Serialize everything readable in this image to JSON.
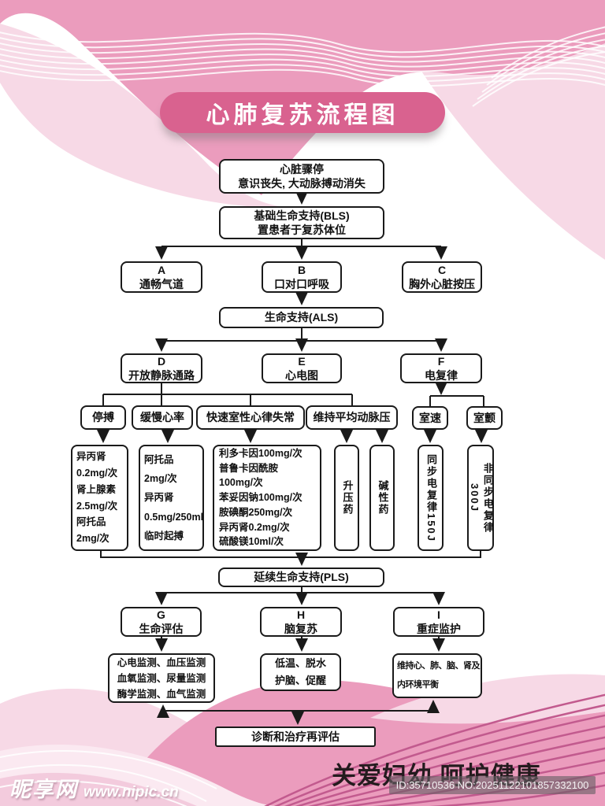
{
  "poster": {
    "title": "心肺复苏流程图",
    "footer_slogan": "关爱妇幼  呵护健康",
    "id_text": "ID:35710536 NO:20251122101857332100",
    "watermark_site": "昵享网",
    "watermark_url": "www.nipic.cn"
  },
  "colors": {
    "banner_pink": "#d9628f",
    "wave_medium": "#eb9cbd",
    "wave_light": "#f7d9e6",
    "wave_lighter": "#fbe9f1",
    "wave_dark_line": "#c25a8e",
    "connector": "#1a1a1a"
  },
  "flow": {
    "cardiac_arrest": {
      "l1": "心脏骤停",
      "l2": "意识丧失, 大动脉搏动消失"
    },
    "bls": {
      "l1": "基础生命支持(BLS)",
      "l2": "置患者于复苏体位"
    },
    "a": {
      "letter": "A",
      "label": "通畅气道"
    },
    "b": {
      "letter": "B",
      "label": "口对口呼吸"
    },
    "c": {
      "letter": "C",
      "label": "胸外心脏按压"
    },
    "als": {
      "label": "生命支持(ALS)"
    },
    "d": {
      "letter": "D",
      "label": "开放静脉通路"
    },
    "e": {
      "letter": "E",
      "label": "心电图"
    },
    "f": {
      "letter": "F",
      "label": "电复律"
    },
    "asystole": {
      "label": "停搏"
    },
    "bradycardia": {
      "label": "缓慢心率"
    },
    "tachyarrhythmia": {
      "label": "快速室性心律失常"
    },
    "map": {
      "label": "维持平均动脉压"
    },
    "vt": {
      "label": "室速"
    },
    "vf": {
      "label": "室颤"
    },
    "med_asystole": {
      "lines": [
        "异丙肾",
        "0.2mg/次",
        "肾上腺素",
        "2.5mg/次",
        "阿托品",
        "2mg/次"
      ]
    },
    "med_bradycardia": {
      "lines": [
        "阿托品",
        "2mg/次",
        "异丙肾",
        "0.5mg/250ml",
        "临时起搏"
      ]
    },
    "med_tachy": {
      "lines": [
        "利多卡因100mg/次",
        "普鲁卡因酰胺",
        "100mg/次",
        "苯妥因钠100mg/次",
        "胺碘酮250mg/次",
        "异丙肾0.2mg/次",
        "硫酸镁10ml/次"
      ]
    },
    "pressor": {
      "label": "升压药"
    },
    "alkaline": {
      "label": "碱性药"
    },
    "sync_cardioversion": {
      "label": "同步电复律150J"
    },
    "async_cardioversion": {
      "label": "非同步电复律300J"
    },
    "pls": {
      "label": "延续生命支持(PLS)"
    },
    "g": {
      "letter": "G",
      "label": "生命评估"
    },
    "h": {
      "letter": "H",
      "label": "脑复苏"
    },
    "i": {
      "letter": "I",
      "label": "重症监护"
    },
    "g_detail": {
      "lines": [
        "心电监测、血压监测",
        "血氧监测、尿量监测",
        "酶学监测、血气监测"
      ]
    },
    "h_detail": {
      "lines": [
        "低温、脱水",
        "护脑、促醒"
      ]
    },
    "i_detail": {
      "lines": [
        "维持心、肺、脑、肾及",
        "内环境平衡"
      ]
    },
    "reassess": {
      "label": "诊断和治疗再评估"
    }
  }
}
